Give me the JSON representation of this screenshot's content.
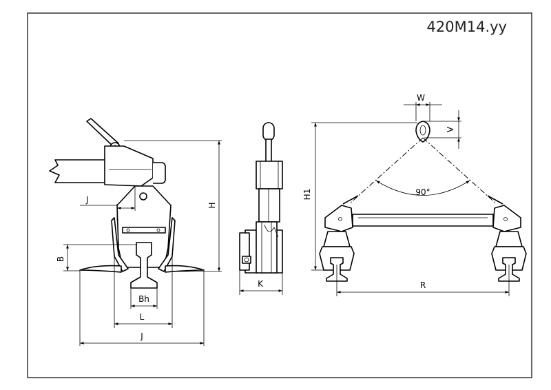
{
  "model_code": "420M14.yy",
  "labels": {
    "j_top": "J",
    "h": "H",
    "b": "B",
    "bh": "Bh",
    "l": "L",
    "j_bottom": "J",
    "k": "K",
    "w": "W",
    "v": "V",
    "h1": "H1",
    "angle": "90°",
    "r": "R"
  }
}
